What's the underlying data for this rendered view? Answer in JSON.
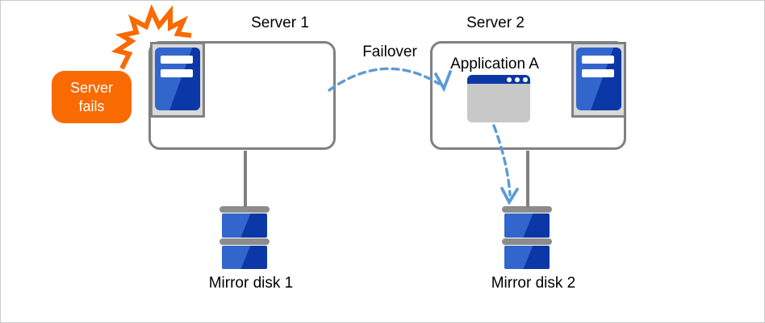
{
  "colors": {
    "orange": "#F96A00",
    "blue-light": "#3366CC",
    "blue-dark": "#0B38A6",
    "border-gray": "#808080",
    "frame-fill": "#D9D9D9",
    "window-body": "#C8C8C8",
    "disk-cap-gray": "#8C8C8C",
    "arrow-blue": "#5B9BD5"
  },
  "callout": {
    "line1": "Server",
    "line2": "fails"
  },
  "servers": [
    {
      "label": "Server 1"
    },
    {
      "label": "Server 2"
    }
  ],
  "failover": {
    "label": "Failover"
  },
  "application": {
    "label": "Application A"
  },
  "disks": [
    {
      "label": "Mirror disk 1"
    },
    {
      "label": "Mirror disk 2"
    }
  ]
}
